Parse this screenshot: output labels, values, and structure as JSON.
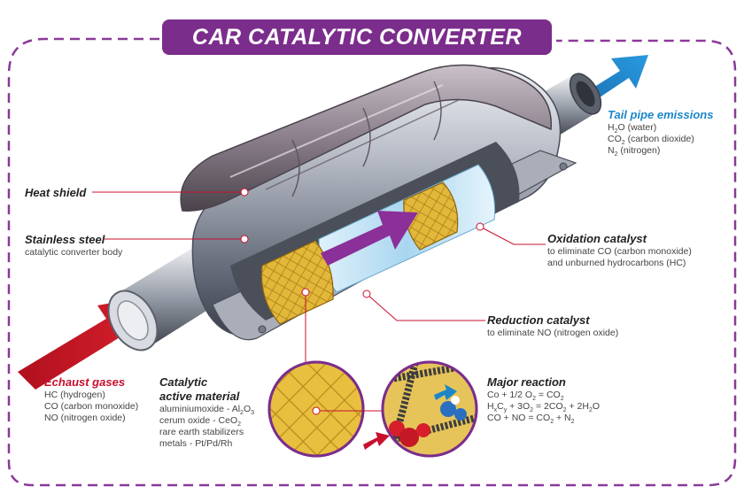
{
  "title": "CAR CATALYTIC CONVERTER",
  "heat_shield": {
    "heading": "Heat shield"
  },
  "stainless_steel": {
    "heading": "Stainless steel",
    "sub": "catalytic converter body"
  },
  "exhaust_gases": {
    "heading": "Echaust gases",
    "lines": [
      "HC (hydrogen)",
      "CO (carbon monoxide)",
      "NO (nitrogen oxide)"
    ]
  },
  "tail_pipe": {
    "heading": "Tail pipe emissions",
    "lines": [
      {
        "pre": "H",
        "sub": "2",
        "post": "O (water)"
      },
      {
        "pre": "CO",
        "sub": "2",
        "post": " (carbon dioxide)"
      },
      {
        "pre": "N",
        "sub": "2",
        "post": " (nitrogen)"
      }
    ]
  },
  "oxidation_catalyst": {
    "heading": "Oxidation catalyst",
    "lines": [
      "to eliminate CO (carbon monoxide)",
      "and unburned hydrocarbons (HC)"
    ]
  },
  "reduction_catalyst": {
    "heading": "Reduction catalyst",
    "lines": [
      "to eliminate NO (nitrogen oxide)"
    ]
  },
  "catalytic_material": {
    "heading_line1": "Catalytic",
    "heading_line2": "active material",
    "lines": [
      {
        "pre": "aluminiumoxide - Al",
        "sub": "2",
        "post": "O",
        "sub2": "3"
      },
      {
        "pre": "cerum oxide - CeO",
        "sub": "2",
        "post": "",
        "sub2": ""
      },
      {
        "pre": "rare earth stabilizers",
        "sub": "",
        "post": "",
        "sub2": ""
      },
      {
        "pre": "metals - Pt/Pd/Rh",
        "sub": "",
        "post": "",
        "sub2": ""
      }
    ]
  },
  "major_reaction": {
    "heading": "Major reaction",
    "eq1": {
      "a": "Co + 1/2 O",
      "a_sub": "2",
      "b": " = CO",
      "b_sub": "2"
    },
    "eq2": {
      "a": "H",
      "a_sub": "x",
      "b": "C",
      "b_sub": "y",
      "c": " + 3O",
      "c_sub": "2",
      "d": " = 2CO",
      "d_sub": "2",
      "e": " + 2H",
      "e_sub": "2",
      "f": "O"
    },
    "eq3": {
      "a": "CO + NO = CO",
      "a_sub": "2",
      "b": " + N",
      "b_sub": "2"
    }
  },
  "colors": {
    "accent": "#7b2d8b",
    "exhaust": "#c8102e",
    "tailpipe": "#1c86c9",
    "catalyst": "#e2b73a"
  }
}
